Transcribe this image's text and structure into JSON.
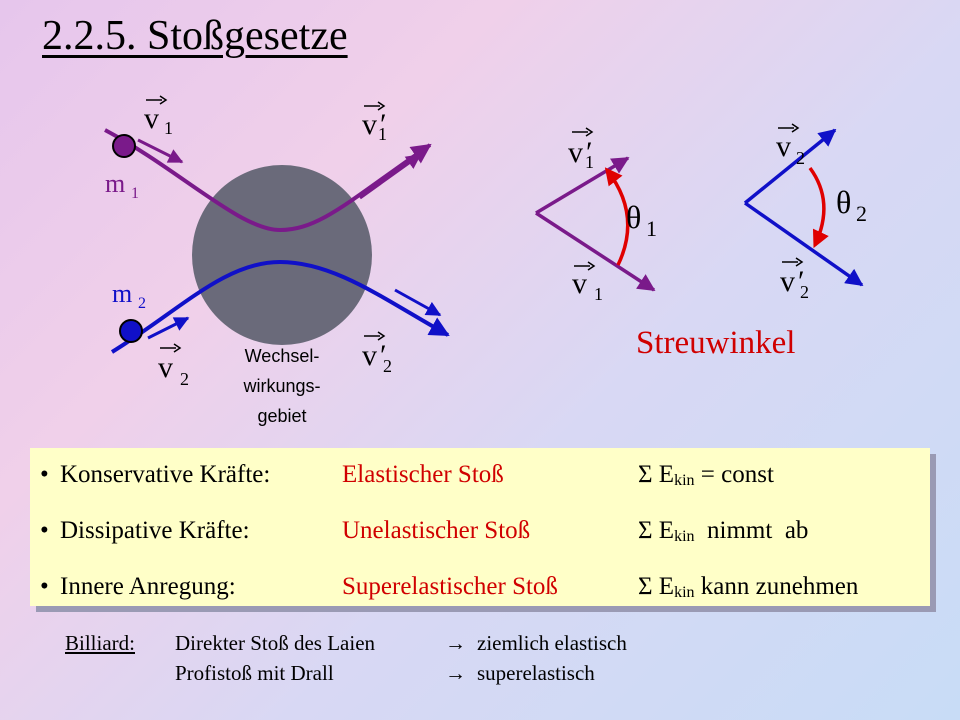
{
  "title": "2.2.5. Stoßgesetze",
  "diagram": {
    "mass1": "m",
    "mass1_sub": "1",
    "mass2": "m",
    "mass2_sub": "2",
    "v": "v",
    "sub1": "1",
    "sub2": "2",
    "prime": "′",
    "region": [
      "Wechsel-",
      "wirkungs-",
      "gebiet"
    ],
    "theta": "θ",
    "streuwinkel": "Streuwinkel"
  },
  "colors": {
    "purple": "#7a1a8a",
    "blue": "#1010c8",
    "red": "#e00000",
    "region": "#6a6a7a"
  },
  "table": {
    "rows": [
      {
        "bullet": "•",
        "label": "Konservative  Kräfte:",
        "type": "Elastischer  Stoß",
        "energy_pre": "Σ E",
        "energy_sub": "kin",
        "energy_post": " = const"
      },
      {
        "bullet": "•",
        "label": "Dissipative  Kräfte:",
        "type": "Unelastischer  Stoß",
        "energy_pre": "Σ E",
        "energy_sub": "kin",
        "energy_post": "  nimmt  ab"
      },
      {
        "bullet": "•",
        "label": "Innere Anregung:",
        "type": "Superelastischer  Stoß",
        "energy_pre": "Σ E",
        "energy_sub": "kin",
        "energy_post": " kann zunehmen"
      }
    ]
  },
  "billiard": {
    "label": "Billiard:",
    "line1_left": "Direkter Stoß des Laien",
    "line1_right": "ziemlich elastisch",
    "line2_left": "Profistoß mit Drall",
    "line2_right": "superelastisch",
    "arrow": "→"
  }
}
